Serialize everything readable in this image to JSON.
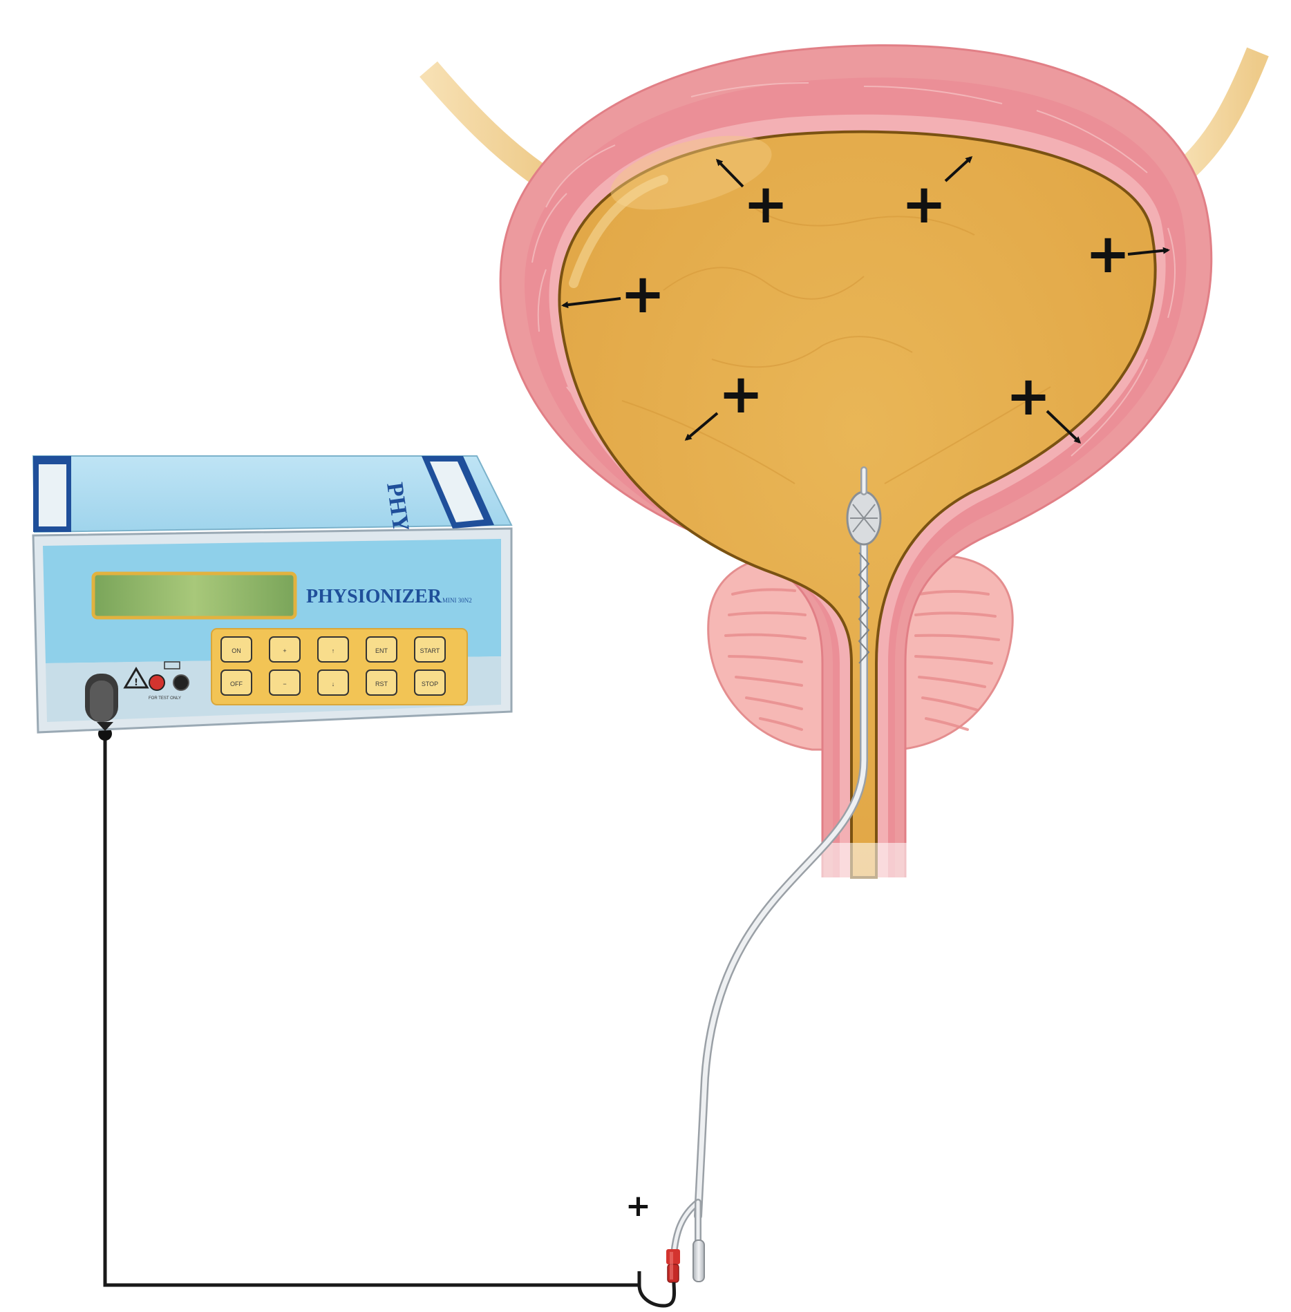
{
  "device": {
    "brand_side": "PHYSION",
    "brand_front": "PHYSIONIZER",
    "model": "MINI 30N2",
    "keys": [
      {
        "id": "on",
        "label": "ON"
      },
      {
        "id": "plus",
        "label": "+"
      },
      {
        "id": "up",
        "label": "↑"
      },
      {
        "id": "ent",
        "label": "ENT"
      },
      {
        "id": "start",
        "label": "START"
      },
      {
        "id": "off",
        "label": "OFF"
      },
      {
        "id": "minus",
        "label": "−"
      },
      {
        "id": "down",
        "label": "↓"
      },
      {
        "id": "rst",
        "label": "RST"
      },
      {
        "id": "stop",
        "label": "STOP"
      }
    ],
    "terminal_note": "FOR TEST ONLY"
  },
  "labels": {
    "electrode_polarity": "+",
    "ion_charge": "+"
  },
  "colors": {
    "urine": "#e6ad4f",
    "bladder_wall": "#ec9a9e",
    "prostate": "#f5b4b4",
    "ureter": "#f0d49a",
    "device_body": "#9ed3ea",
    "keypad": "#f2c455",
    "catheter": "#cfd3d8",
    "wire": "#1a1a1a",
    "connector_red": "#d3342f"
  }
}
